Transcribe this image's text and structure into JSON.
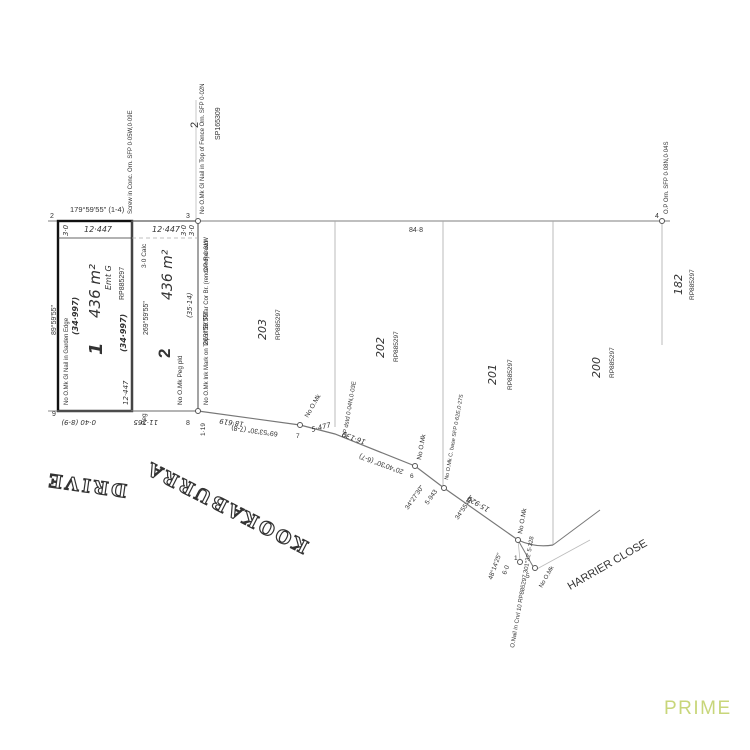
{
  "survey": {
    "top_lot_number": "2",
    "top_lot_plan": "SP165309",
    "top_bearing": "179°59'55\" (1-4)",
    "screw_note": "Screw in Conc. Orn. SFP 0·05W,0·09E",
    "corner3_note": "No O.Mk Gl Nail in Top of Fence Orn. SFP 0·02N",
    "corner4_note": "O.P Orn. SFP 0·08N,0·04S",
    "corner_labels": [
      "2",
      "3",
      "4",
      "5",
      "6",
      "7",
      "8",
      "9",
      "1"
    ],
    "dim_top_lot1": "12·447",
    "dim_top_lot2": "12·447",
    "dim_top_right": "84·8",
    "dim_30a": "3·0",
    "dim_30b": "3·0",
    "dim_30c": "3·0",
    "dim_30calc": "3·0 Calc",
    "lot1_number": "1",
    "lot1_area": "436 m²",
    "lot1_easement": "Emt G",
    "lot1_easement_plan": "RP885297",
    "lot1_left_dist": "(34·997)",
    "lot1_right_dist": "(34·997)",
    "lot1_left_bearing": "89°59'55\"",
    "lot1_inner_bearing": "269°59'55\"",
    "lot1_bottom": "12·447",
    "lot1_corner_note": "No O.Mk Gl Nail in Garden Edge",
    "lot2_number": "2",
    "lot2_area": "436 m²",
    "lot2_right_dist": "(35·14)",
    "lot2_right_bearing": "269°59'55\"",
    "lot2_op": "OP Renwd",
    "lot2_bottom": "11·265",
    "lot2_peg": "No O.Mk Peg pld",
    "ink_note": "No O.Mk Ink Mark on Top of Br. Pillar Cor Br. (rendered) 0·31W",
    "left_bottom_dist": "0·40 (8-9)",
    "left_peg": "Peg",
    "dim_1_19": "1·19",
    "lot203": "203",
    "lot203_plan": "RP885297",
    "lot202": "202",
    "lot202_plan": "RP885297",
    "lot201": "201",
    "lot201_plan": "RP885297",
    "lot200": "200",
    "lot200_plan": "RP885297",
    "lot182": "182",
    "lot182_plan": "RP885297",
    "arc1_dist": "18·619",
    "arc1_bearing": "69°53'30\" (7-8)",
    "arc2_dist": "5·477",
    "arc2_mark": "No O.Mk",
    "arc3_op": "OP dstd 0·04N,0·03E",
    "arc3_dist": "16·139",
    "arc3_bearing": "20°40'30\" (6-7)",
    "arc3_mark": "No O.Mk",
    "arc4_bearing": "34°27'30\"",
    "arc4_dist": "5·943",
    "arc4_note": "No O.Mk C. base SFP 0·62E,0·27S",
    "arc5_dist": "15·929",
    "arc5_bearing": "34°55'40\"",
    "arc5_mark": "No O.Mk",
    "arc6_bearing": "48°14'25\"",
    "arc6_dist": "6·0",
    "arc6_mark": "No O.Mk",
    "arc6_note": "O.Nail in Cnrl 10 RP885297 301°32' 5·328",
    "road1": "DRIVE",
    "road2": "KOOKABURRA",
    "road3": "HARRIER CLOSE",
    "brand": "PRIME"
  }
}
